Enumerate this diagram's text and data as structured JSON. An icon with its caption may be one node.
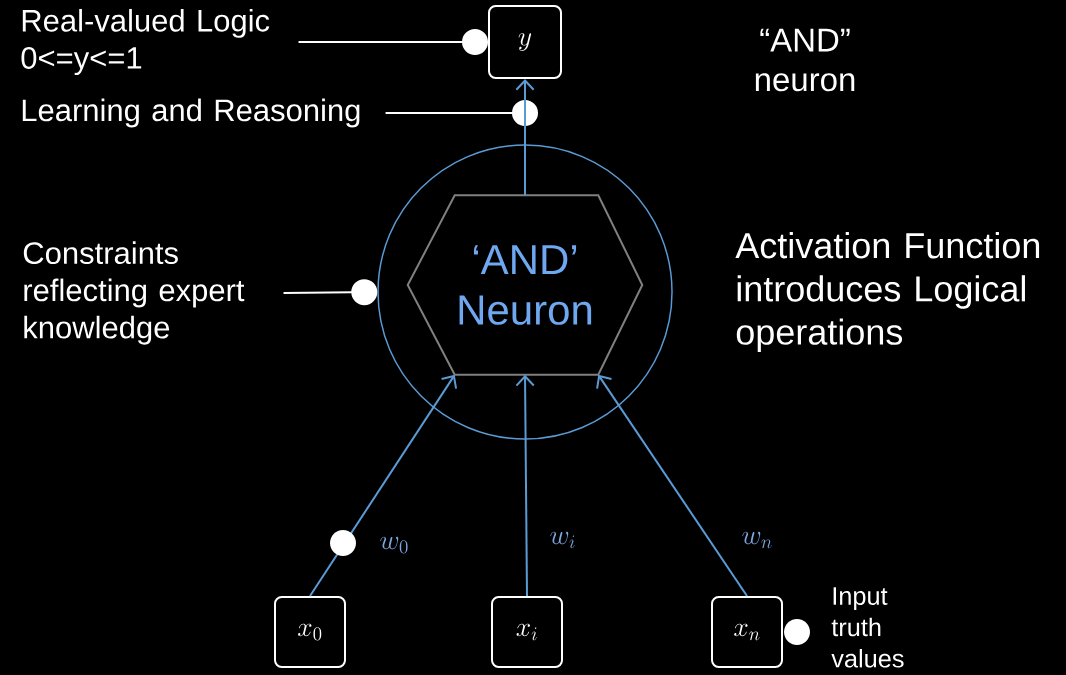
{
  "diagram": {
    "nodes": [
      {
        "text": [
          "Real-valued Logic 0<=y<=1"
        ]
      },
      {
        "text": [
          "y"
        ]
      },
      {
        "text": [
          "Learning and Reasoning"
        ]
      },
      {
        "text": [
          "Constraints reflecting expert knowledge"
        ]
      },
      {
        "text": [],
        "shape": "circle"
      },
      {
        "text": [
          "‘AND’ Neuron"
        ],
        "in": 4
      },
      {
        "text": [
          "x_0"
        ]
      },
      {
        "text": [
          "x_i"
        ]
      },
      {
        "text": [
          "x_n"
        ],
        "beside": [
          "Input truth values"
        ]
      }
    ],
    "edges": [
      {
        "from": 0,
        "to": 1,
        "arrow": "other",
        "color": "#ffffff"
      },
      {
        "from": 2,
        "to": null,
        "arrow": "other",
        "color": "#ffffff"
      },
      {
        "from": 3,
        "to": 4,
        "arrow": "other",
        "color": "#ffffff"
      },
      {
        "from": 6,
        "to": 5,
        "arrow": "to",
        "label": "w_0"
      },
      {
        "from": 7,
        "to": 5,
        "arrow": "to",
        "label": "w_i"
      },
      {
        "from": 8,
        "to": 5,
        "arrow": "to",
        "label": "w_n"
      },
      {
        "from": 5,
        "to": 1,
        "arrow": "to"
      }
    ],
    "labels": [
      "“AND” neuron",
      "Activation Function introduces Logical operations"
    ]
  }
}
